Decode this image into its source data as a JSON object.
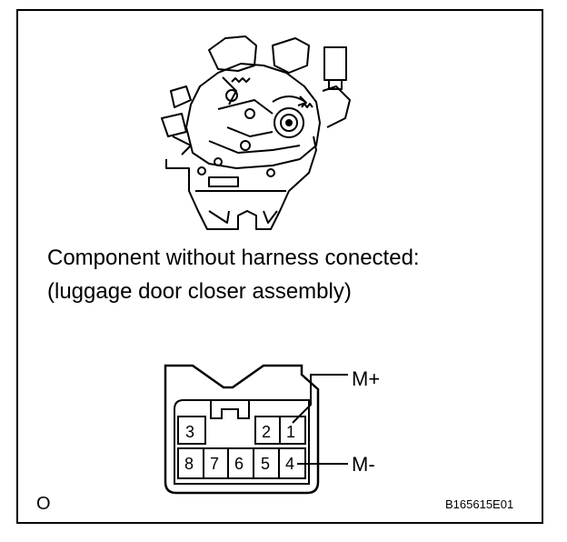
{
  "caption_line1": "Component without harness conected:",
  "caption_line2": "(luggage door closer assembly)",
  "connector": {
    "top_row_pins": [
      "3",
      "2",
      "1"
    ],
    "bottom_row_pins": [
      "8",
      "7",
      "6",
      "5",
      "4"
    ],
    "label_plus": "M+",
    "label_minus": "M-"
  },
  "corner_mark": "O",
  "figure_code": "B165615E01"
}
